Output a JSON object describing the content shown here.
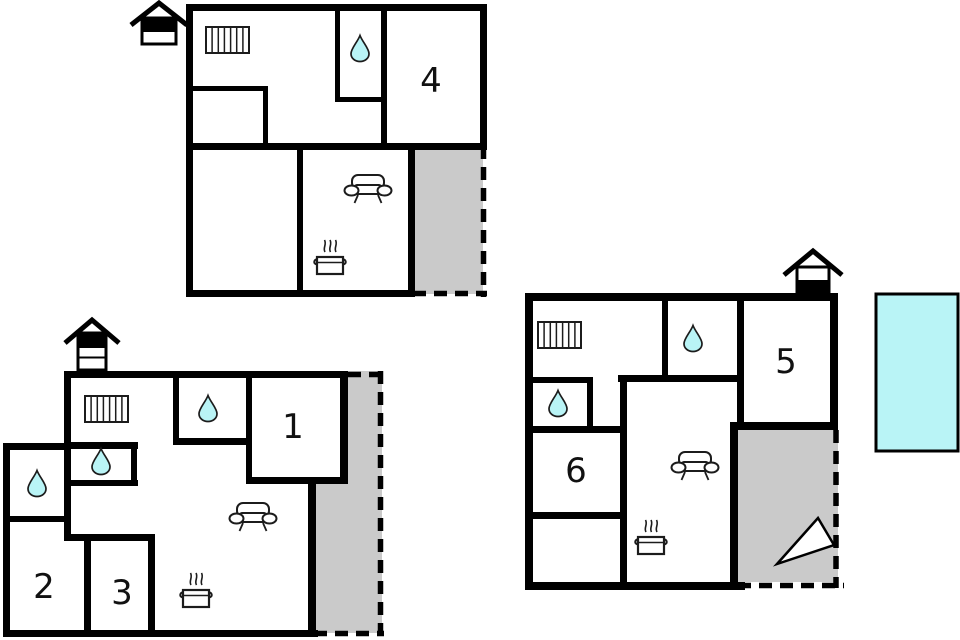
{
  "scene": {
    "type": "holiday-home-floor-plan",
    "background": "#ffffff",
    "description": "Three apartment floor plans with numbered rooms, bathrooms, terraces and a swimming pool"
  },
  "colors": {
    "wall": "#000000",
    "terrace_fill": "#cacaca",
    "water_fill": "#b9f4f6",
    "icon_stroke": "#1c1c1c",
    "digit": "#111111"
  },
  "units": {
    "top_left": {
      "rooms": {
        "r4": "4"
      },
      "icons": [
        "fireplace-icon",
        "radiator-icon",
        "water-drop-icon",
        "sofa-icon",
        "stove-icon"
      ],
      "has_terrace": true
    },
    "bottom_left": {
      "rooms": {
        "r1": "1",
        "r2": "2",
        "r3": "3"
      },
      "icons": [
        "fireplace-icon",
        "radiator-icon",
        "water-drop-icon",
        "water-drop-icon",
        "water-drop-icon",
        "sofa-icon",
        "stove-icon"
      ],
      "has_terrace": true
    },
    "right": {
      "rooms": {
        "r5": "5",
        "r6": "6"
      },
      "icons": [
        "fireplace-icon",
        "radiator-icon",
        "water-drop-icon",
        "water-drop-icon",
        "sofa-icon",
        "stove-icon",
        "triangle-marker-icon"
      ],
      "has_terrace": true,
      "has_pool": true
    }
  },
  "icon_legend": {
    "water-drop-icon": "cyan teardrop shape",
    "radiator-icon": "rectangle with vertical bars",
    "fireplace-icon": "house outline with banded chimney body",
    "sofa-icon": "sofa front outline with round armrests",
    "stove-icon": "pot with steam squiggles",
    "triangle-marker-icon": "white triangle on terrace",
    "swimming-pool": "cyan rectangle with black border"
  }
}
